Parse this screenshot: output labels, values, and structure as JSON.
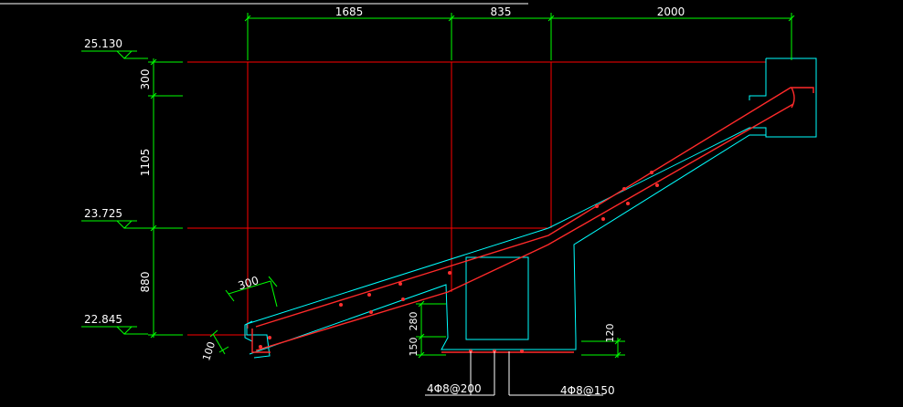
{
  "drawing": {
    "colors": {
      "background": "#000000",
      "dimension": "#00ff00",
      "grid": "#ff0000",
      "outline": "#00ffff",
      "rebar": "#ff2a2a",
      "text": "#ffffff"
    },
    "top_dimensions": [
      "1685",
      "835",
      "2000"
    ],
    "left_dimensions": [
      "300",
      "1105",
      "880"
    ],
    "elevations": [
      "25.130",
      "23.725",
      "22.845"
    ],
    "slope_dimensions": [
      "300",
      "100"
    ],
    "step_dimensions": [
      "280",
      "150"
    ],
    "right_dimension": "120",
    "rebar_labels": [
      "4Φ8@200",
      "4Φ8@150"
    ]
  }
}
